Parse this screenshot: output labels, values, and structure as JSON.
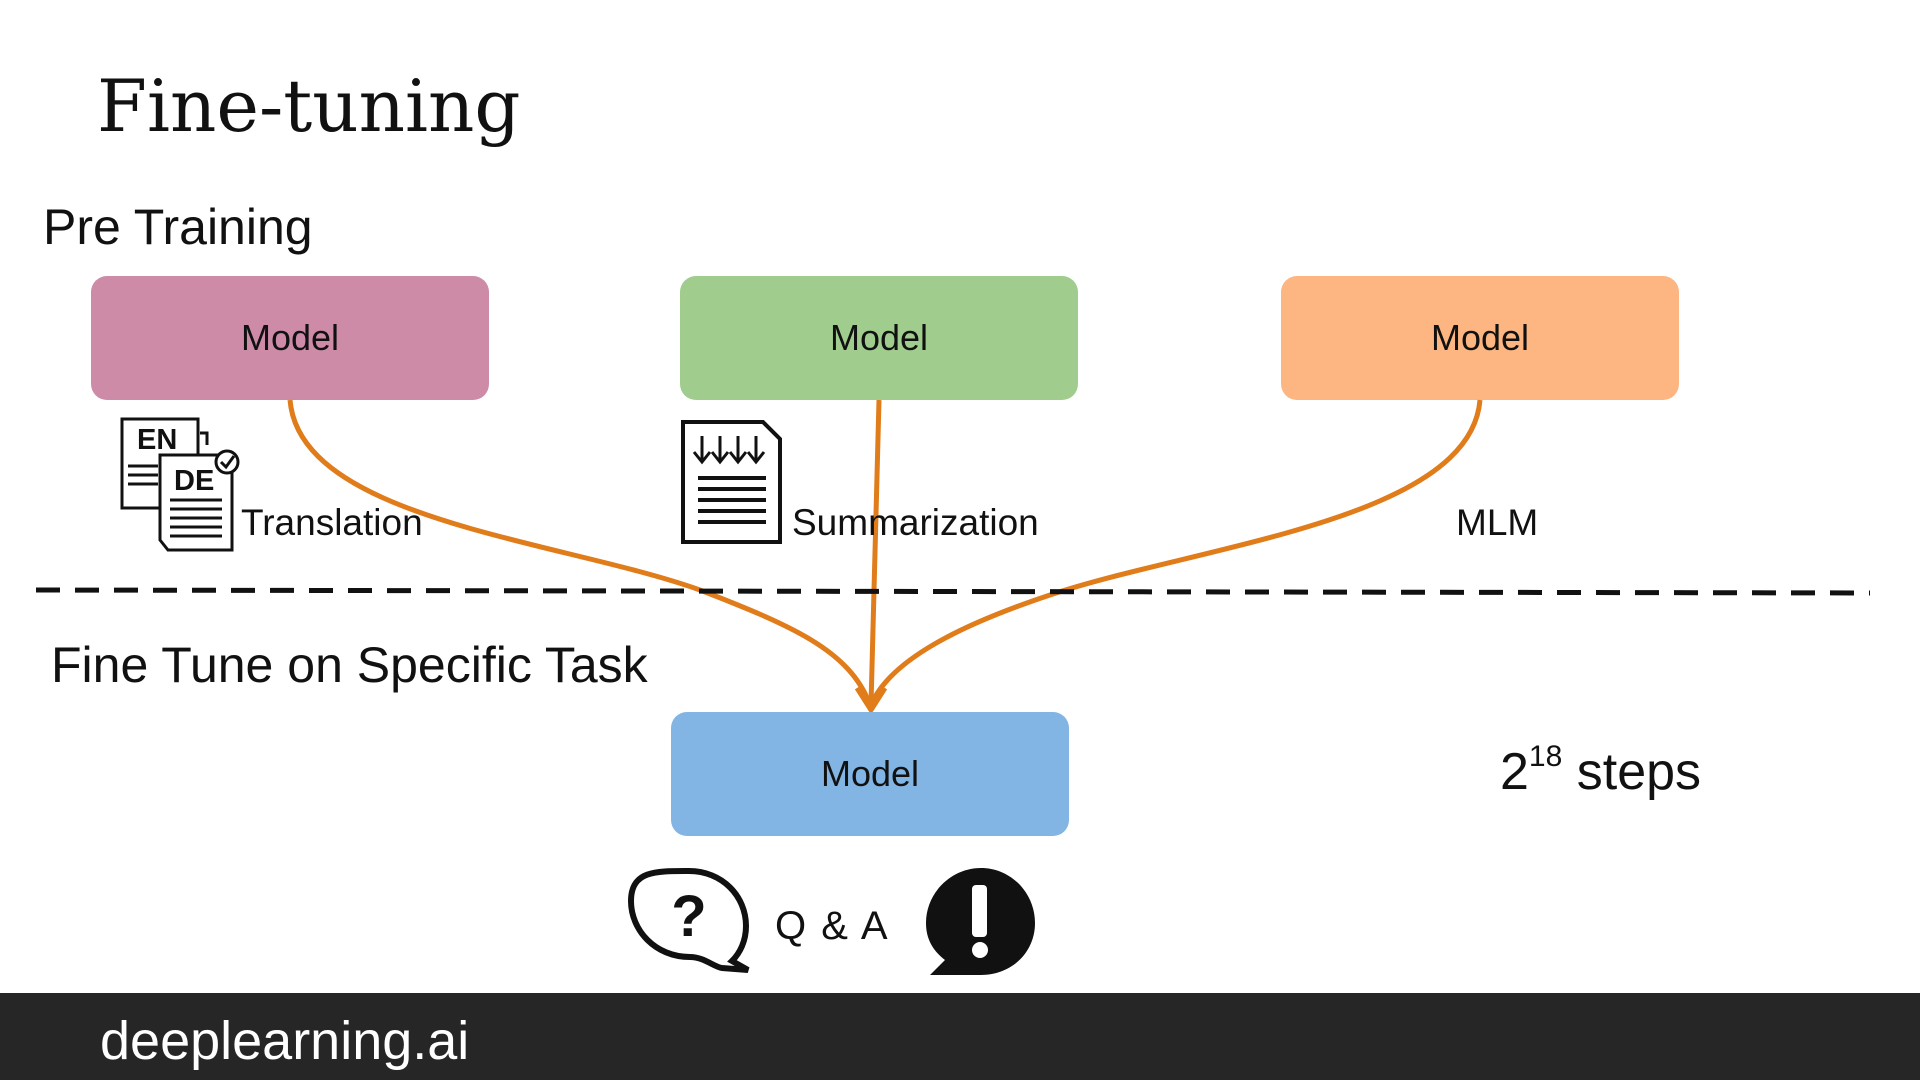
{
  "title": "Fine-tuning",
  "pretraining": {
    "label": "Pre Training",
    "models": [
      {
        "label": "Model",
        "task": "Translation",
        "color": "#cd8ba8"
      },
      {
        "label": "Model",
        "task": "Summarization",
        "color": "#a0cd8d"
      },
      {
        "label": "Model",
        "task": "MLM",
        "color": "#fdb681"
      }
    ]
  },
  "translation_icon": {
    "source_lang": "EN",
    "target_lang": "DE"
  },
  "finetune": {
    "label": "Fine Tune on Specific Task",
    "model_label": "Model",
    "model_color": "#82b5e3",
    "task": "Q & A",
    "steps_base": "2",
    "steps_exponent": "18",
    "steps_suffix": " steps"
  },
  "arrow_color": "#e07c1a",
  "footer": {
    "brand": "deeplearning.ai"
  }
}
